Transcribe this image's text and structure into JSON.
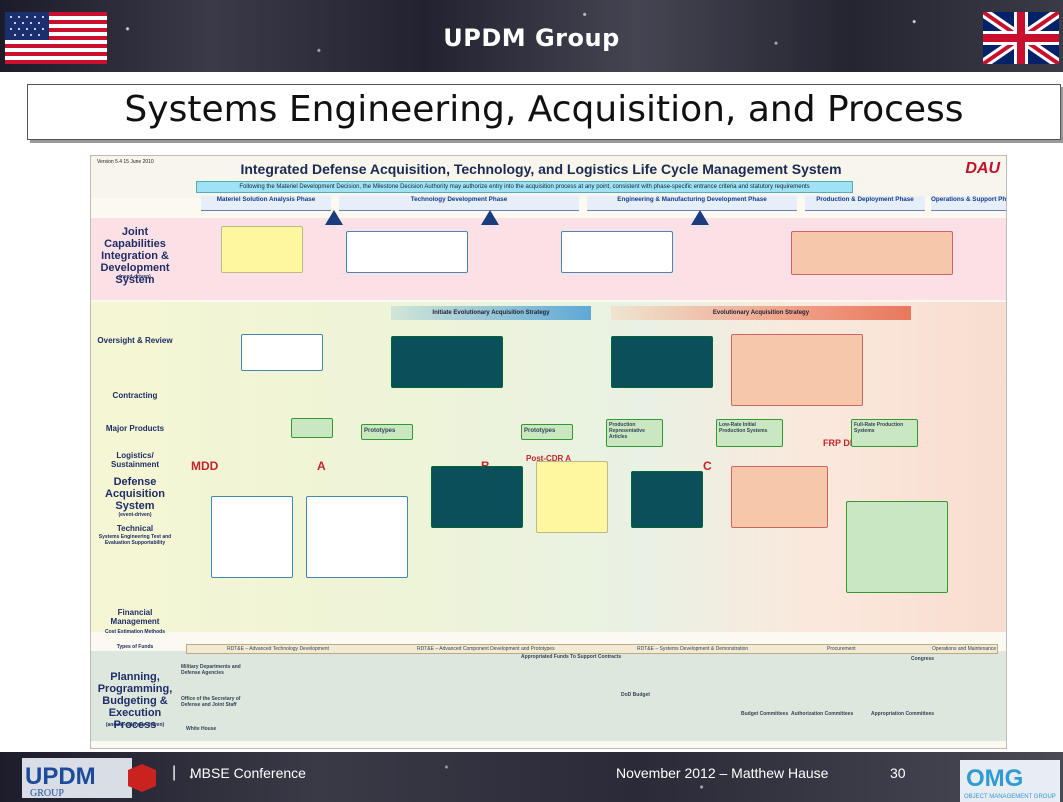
{
  "header": {
    "org_title": "UPDM Group",
    "slide_title": "Systems Engineering, Acquisition, and Process"
  },
  "poster": {
    "title": "Integrated Defense Acquisition, Technology, and Logistics Life Cycle Management System",
    "logo_text": "DAU",
    "version": "Version 5.4  15 June 2010",
    "banner": "Following the Materiel Development Decision, the Milestone Decision Authority may authorize entry into the acquisition process at any point, consistent with phase-specific entrance criteria and statutory requirements",
    "phases": [
      "Materiel Solution Analysis Phase",
      "Technology Development Phase",
      "Engineering & Manufacturing Development Phase",
      "Production & Deployment Phase",
      "Operations & Support Phase"
    ],
    "milestones": [
      "MDD",
      "A",
      "B",
      "C",
      "FRP DR"
    ],
    "post_cdr": "Post-CDR A",
    "strategies": [
      "Initiate Evolutionary Acquisition Strategy",
      "Evolutionary Acquisition Strategy"
    ],
    "rows": {
      "jcids": "Joint Capabilities Integration & Development System",
      "jcids_sub": "(need-driven)",
      "oversight": "Oversight & Review",
      "contracting": "Contracting",
      "major_products": "Major Products",
      "logistics": "Logistics/ Sustainment",
      "das": "Defense Acquisition System",
      "das_sub": "(event-driven)",
      "technical": "Technical",
      "technical_sub": "Systems Engineering Test and Evaluation Supportability",
      "financial": "Financial Management",
      "cost_estimation": "Cost Estimation Methods",
      "types_of_funds": "Types of Funds",
      "ppbe": "Planning, Programming, Budgeting & Execution Process",
      "ppbe_sub": "(annual-calendar-driven)"
    },
    "products": [
      "Prototypes",
      "Prototypes",
      "Production Representative Articles",
      "Low-Rate Initial Production Systems",
      "Full-Rate Production Systems"
    ],
    "funds": [
      "RDT&E – Advanced Technology Development",
      "RDT&E – Advanced Component Development and Prototypes",
      "RDT&E – Systems Development & Demonstration",
      "Procurement",
      "Operations and Maintenance"
    ],
    "ppbe_items": [
      "Military Departments and Defense Agencies",
      "Office of the Secretary of Defense and Joint Staff",
      "White House",
      "Appropriated Funds To Support Contracts",
      "Congress",
      "Authorization Committees",
      "Appropriation Committees",
      "Budget Committees",
      "DoD Budget"
    ]
  },
  "footer": {
    "conference": "MBSE Conference",
    "date_author": "November 2012 – Matthew Hause",
    "slide_number": "30",
    "updm_logo_text": "UPDM",
    "updm_logo_sub": "GROUP",
    "omg_logo_text": "OMG",
    "omg_logo_sub": "OBJECT MANAGEMENT GROUP"
  }
}
